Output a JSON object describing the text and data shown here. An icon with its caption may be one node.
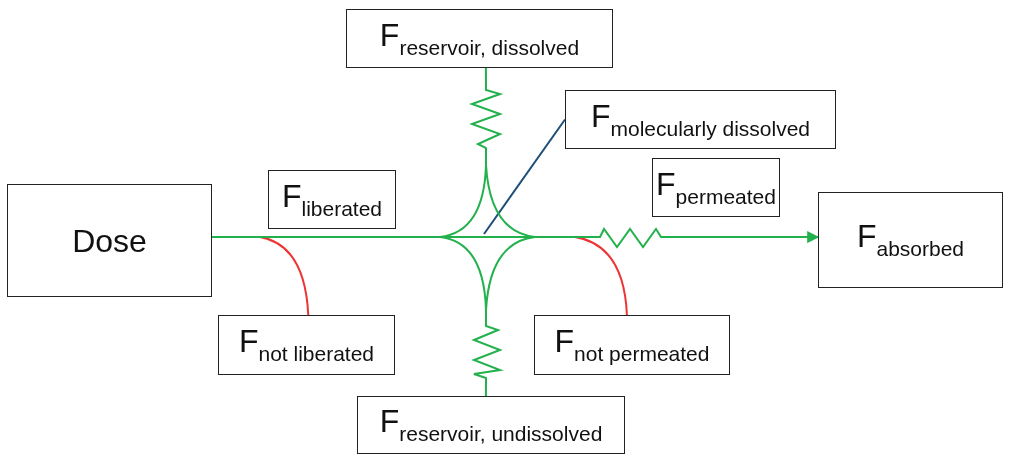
{
  "diagram": {
    "nodes": [
      {
        "text": [
          "Dose"
        ]
      },
      {
        "text": [
          "F$_{liberated}$"
        ]
      },
      {
        "text": [
          "F$_{reservoir, dissolved}$"
        ]
      },
      {
        "text": [
          "F$_{molecularly dissolved}$"
        ]
      },
      {
        "text": [
          "F$_{permeated}$"
        ]
      },
      {
        "text": [
          "F$_{absorbed}$"
        ]
      },
      {
        "text": [
          "F$_{not liberated}$"
        ]
      },
      {
        "text": [
          "F$_{not permeated}$"
        ]
      },
      {
        "text": [
          "F$_{reservoir, undissolved}$"
        ]
      }
    ],
    "edges": [
      {
        "from": 0,
        "to": 5,
        "arrow": "to",
        "color": "#22b14c"
      },
      {
        "from": 0,
        "to": 6,
        "arrow": "none",
        "color": "#ee3333"
      },
      {
        "from": null,
        "to": 2,
        "arrow": "none",
        "color": "#22b14c"
      },
      {
        "from": null,
        "to": 8,
        "arrow": "none",
        "color": "#22b14c"
      },
      {
        "from": 3,
        "to": null,
        "arrow": "none",
        "color": "#1f4e79"
      },
      {
        "from": null,
        "to": 7,
        "arrow": "none",
        "color": "#ee3333"
      }
    ]
  }
}
